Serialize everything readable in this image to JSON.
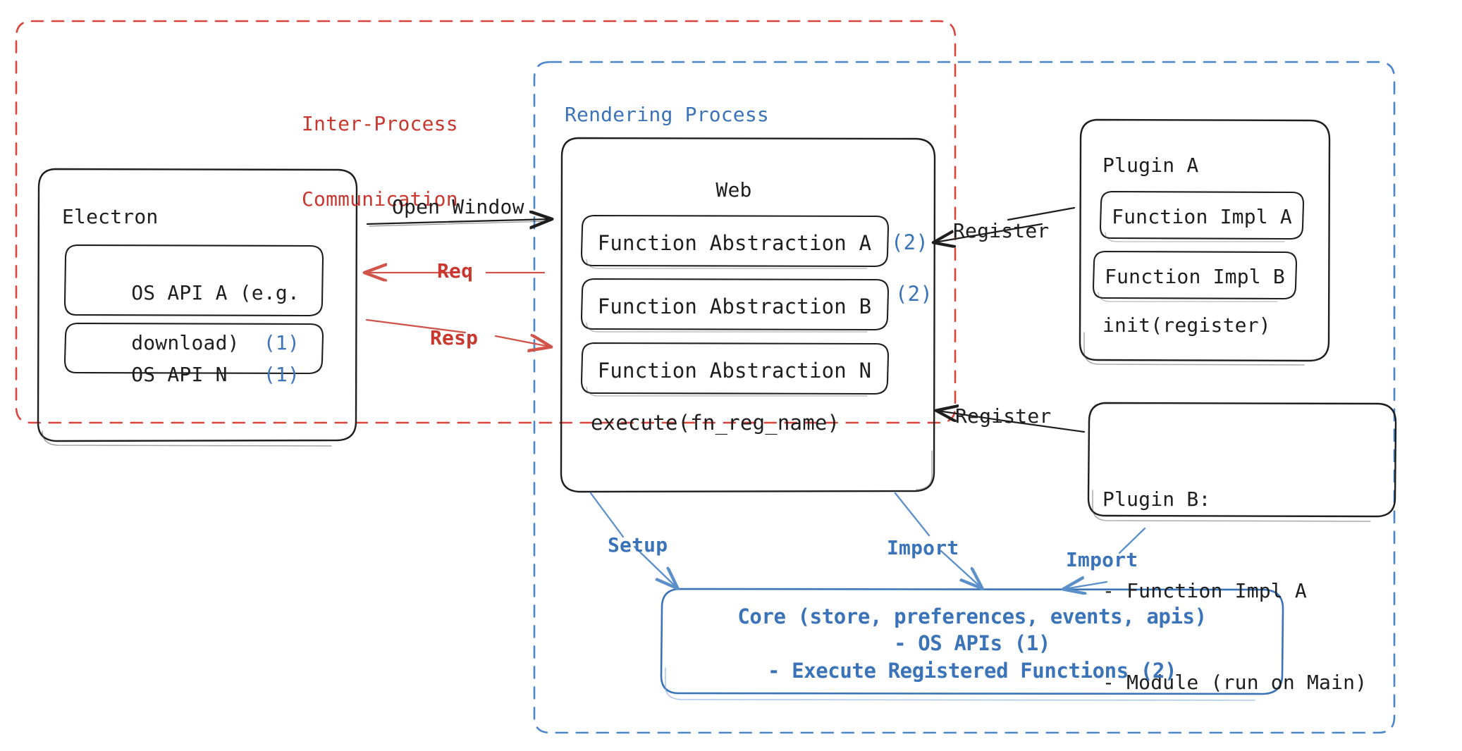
{
  "diagram": {
    "title": "Electron plugin architecture: IPC, Rendering Process, Plugins and Core",
    "colors": {
      "ink": "#1e1e1e",
      "accent_blue": "#3b73b9",
      "accent_red": "#c8382f",
      "background": "#ffffff"
    }
  },
  "regions": {
    "ipc": {
      "label_line1": "Inter-Process",
      "label_line2": "Communication",
      "color": "#c8382f",
      "style": "dashed"
    },
    "rendering_process": {
      "label": "Rendering Process",
      "color": "#3b73b9",
      "style": "dashed"
    }
  },
  "electron": {
    "title": "Electron",
    "apis": [
      {
        "name_line1": "OS API A (e.g.",
        "name_line2": "download)",
        "marker": "(1)"
      },
      {
        "name_line1": "OS API N",
        "name_line2": "",
        "marker": "(1)"
      }
    ]
  },
  "web": {
    "title": "Web",
    "abstractions": [
      {
        "label": "Function Abstraction A",
        "marker": "(2)"
      },
      {
        "label": "Function Abstraction B",
        "marker": "(2)"
      },
      {
        "label": "Function Abstraction N",
        "marker": ""
      }
    ],
    "footer": "execute(fn_reg_name)"
  },
  "plugin_a": {
    "title": "Plugin A",
    "functions": [
      "Function Impl A",
      "Function Impl B"
    ],
    "footer": "init(register)"
  },
  "plugin_b": {
    "title": "Plugin B:",
    "items": [
      "- Function Impl A",
      "- Module (run on Main)"
    ]
  },
  "core": {
    "line1": "Core (store, preferences, events, apis)",
    "line2": "- OS APIs (1)",
    "line3": "- Execute Registered Functions (2)"
  },
  "arrows": {
    "open_window": "Open Window",
    "req": "Req",
    "resp": "Resp",
    "register_top": "Register",
    "register_bottom": "Register",
    "setup": "Setup",
    "import_left": "Import",
    "import_right": "Import"
  }
}
